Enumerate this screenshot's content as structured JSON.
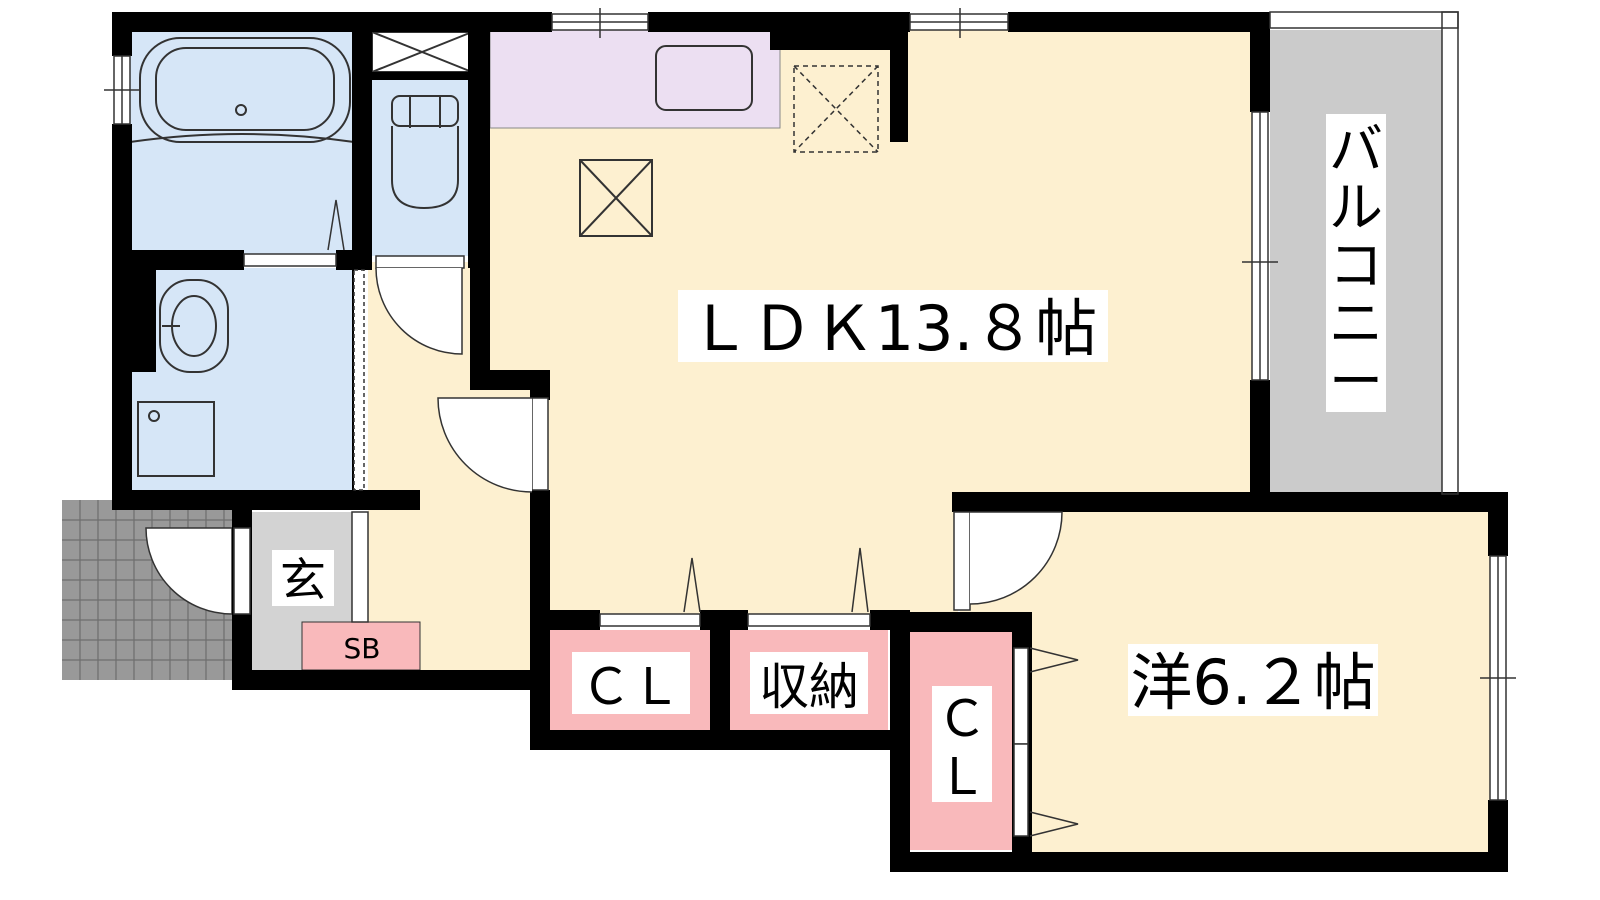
{
  "rooms": {
    "ldk": "ＬＤＫ13.８帖",
    "western": "洋6.２帖",
    "balcony": [
      "バ",
      "ル",
      "コ",
      "ニ",
      "ー"
    ],
    "entrance": "玄",
    "shoe_box": "SB",
    "closet_a": "ＣＬ",
    "storage": "収納",
    "closet_b": [
      "Ｃ",
      "Ｌ"
    ]
  },
  "colors": {
    "wall": "#000000",
    "ldk": "#fdf0d0",
    "wet_area": "#d6e6f7",
    "kitchen": "#ecdff2",
    "closet": "#f9b9bb",
    "balcony": "#cbcbcb",
    "entrance_floor": "#d3d3d3"
  }
}
